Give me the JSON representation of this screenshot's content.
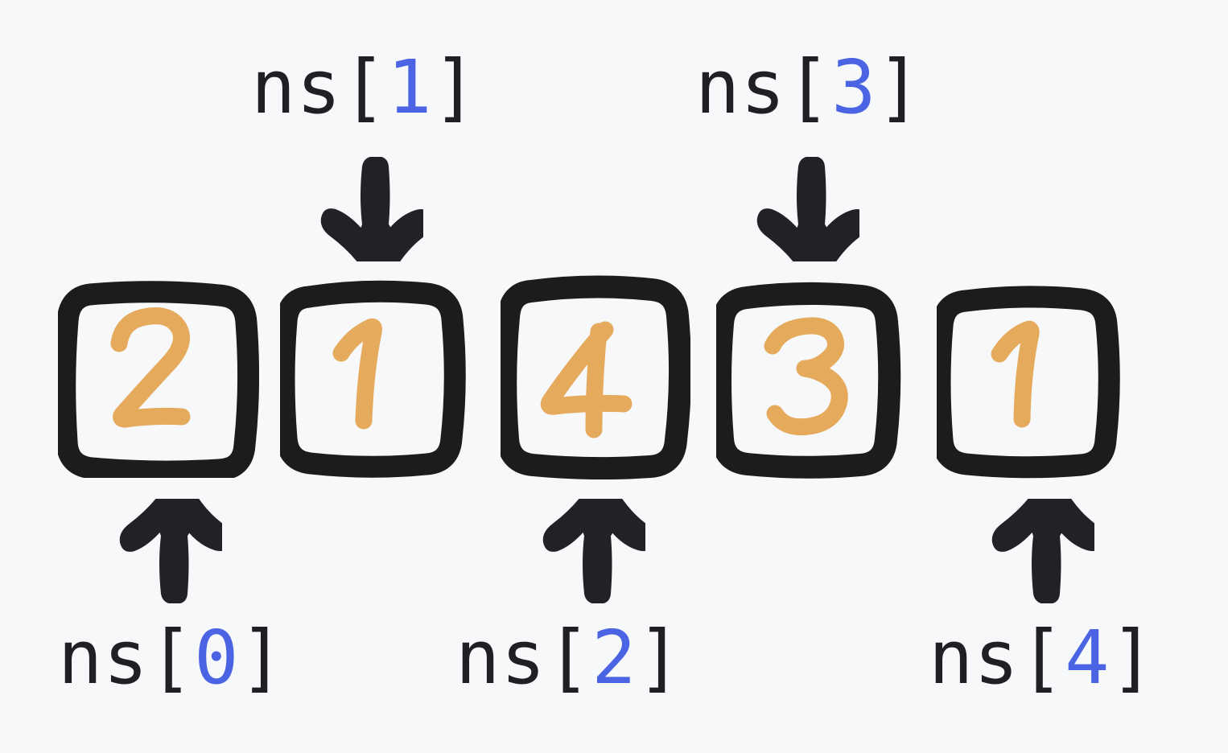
{
  "background_color": "#f7f8fa",
  "ink_color": "#1c1c1e",
  "digit_color": "#e5aa5c",
  "index_color": "#4a64e3",
  "label_text_color": "#1f2024",
  "array": {
    "name": "ns",
    "length": 5,
    "cells": [
      {
        "index": "0",
        "value": "2"
      },
      {
        "index": "1",
        "value": "1"
      },
      {
        "index": "2",
        "value": "4"
      },
      {
        "index": "3",
        "value": "3"
      },
      {
        "index": "4",
        "value": "1"
      }
    ]
  },
  "labels": {
    "top": [
      {
        "prefix": "ns[",
        "index": "1",
        "suffix": "]",
        "arrow": "down-arrow"
      },
      {
        "prefix": "ns[",
        "index": "3",
        "suffix": "]",
        "arrow": "down-arrow"
      }
    ],
    "bottom": [
      {
        "prefix": "ns[",
        "index": "0",
        "suffix": "]",
        "arrow": "up-arrow"
      },
      {
        "prefix": "ns[",
        "index": "2",
        "suffix": "]",
        "arrow": "up-arrow"
      },
      {
        "prefix": "ns[",
        "index": "4",
        "suffix": "]",
        "arrow": "up-arrow"
      }
    ]
  }
}
